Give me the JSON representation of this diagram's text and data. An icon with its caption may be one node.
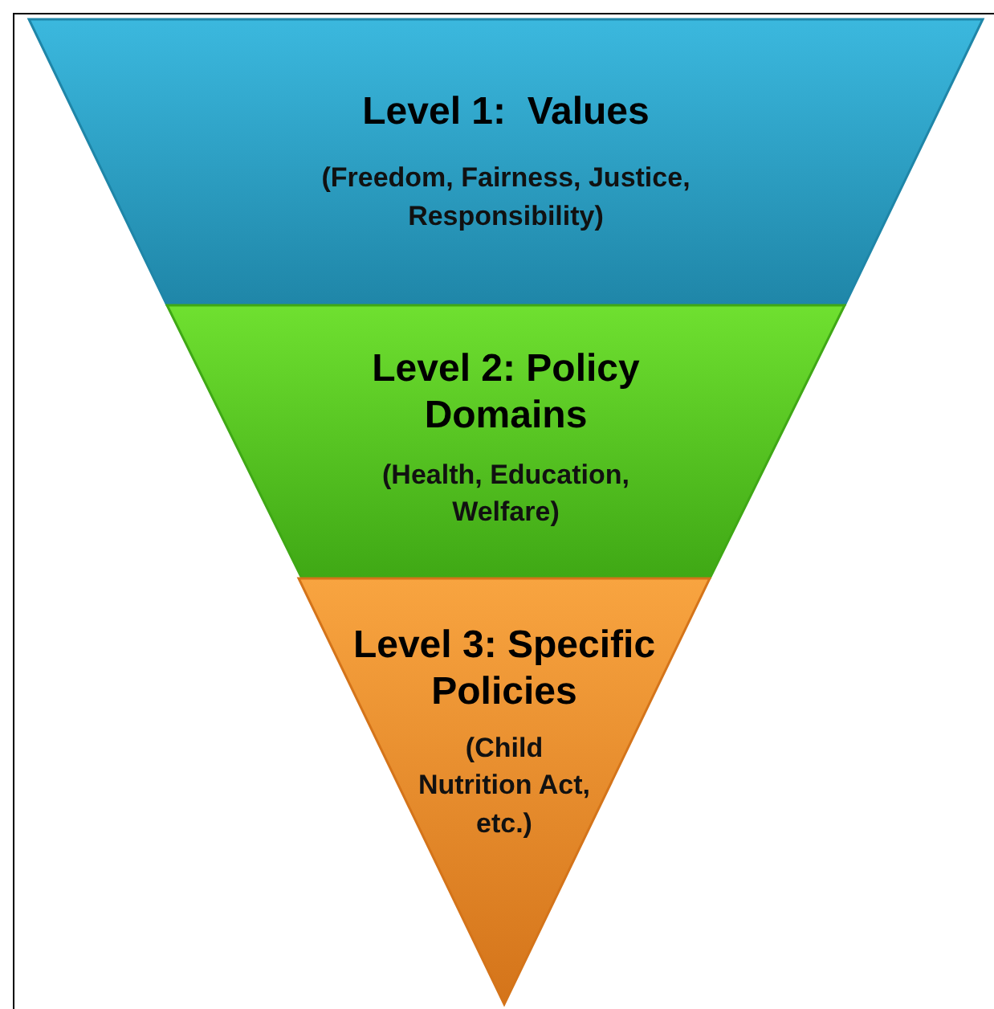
{
  "diagram": {
    "nodes": [
      {
        "text": [
          "Level 1:  Values",
          "(Freedom, Fairness, Justice, Responsibility)"
        ]
      },
      {
        "text": [
          "Level 2: Policy Domains",
          "(Health, Education, Welfare)"
        ]
      },
      {
        "text": [
          "Level 3: Specific Policies",
          "(Child Nutrition Act, etc.)"
        ]
      }
    ]
  }
}
